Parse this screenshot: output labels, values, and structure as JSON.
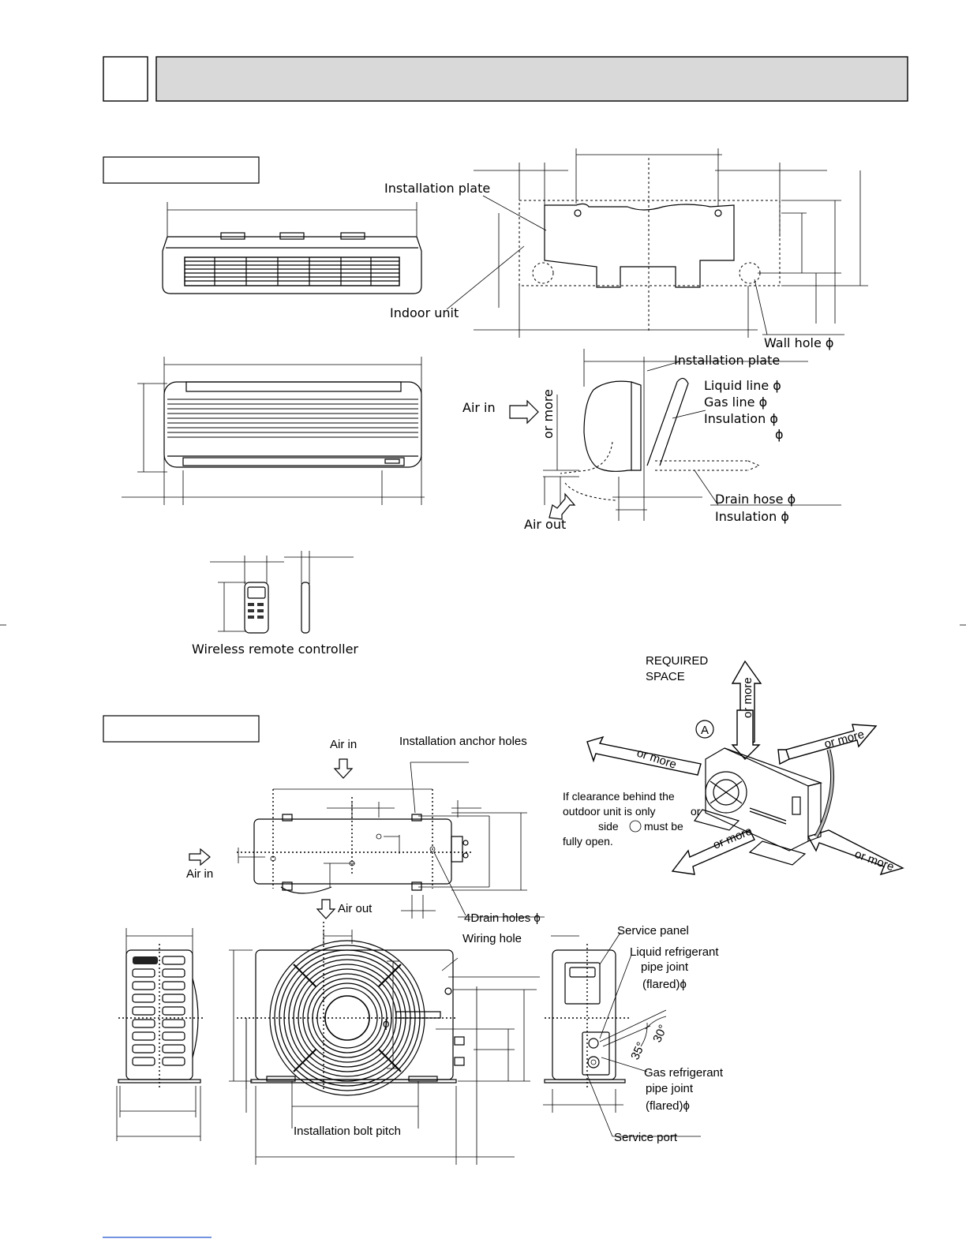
{
  "indoor": {
    "installation_plate": "Installation plate",
    "indoor_unit": "Indoor unit",
    "wall_hole": "Wall hole ϕ",
    "installation_plate_side": "Installation plate",
    "liquid_line": "Liquid line ϕ",
    "gas_line": "Gas line ϕ",
    "insulation": "Insulation ϕ",
    "insulation_extra": "ϕ",
    "air_in": "Air in",
    "or_more": "or more",
    "drain_hose": "Drain hose ϕ",
    "drain_insulation": "Insulation ϕ",
    "air_out": "Air out",
    "remote_controller": "Wireless remote controller"
  },
  "outdoor": {
    "air_in_top": "Air in",
    "anchor_holes": "Installation anchor holes",
    "air_in_left": "Air in",
    "air_out": "Air out",
    "drain_holes": "4Drain holes ϕ",
    "wiring_hole": "Wiring hole",
    "phi": "ϕ",
    "bolt_pitch": "Installation bolt pitch",
    "service_panel": "Service panel",
    "liquid_joint_1": "Liquid refrigerant",
    "liquid_joint_2": "pipe joint",
    "liquid_joint_3": "(flared)ϕ",
    "angle_30": "30°",
    "angle_35": "35°",
    "gas_joint_1": "Gas refrigerant",
    "gas_joint_2": "pipe joint",
    "gas_joint_3": "(flared)ϕ",
    "service_port": "Service port"
  },
  "space": {
    "title_1": "REQUIRED",
    "title_2": "SPACE",
    "or_more_top": "or more",
    "or_more_left": "or more",
    "or_more_right": "or more",
    "or_more_front": "or more",
    "or_more_front_right": "or more",
    "side_mark": "A",
    "note_1": "If clearance behind the",
    "note_2": "outdoor unit is only",
    "note_2b": "or",
    "note_3a": "side",
    "note_3b": "must be",
    "note_4": "fully open."
  }
}
